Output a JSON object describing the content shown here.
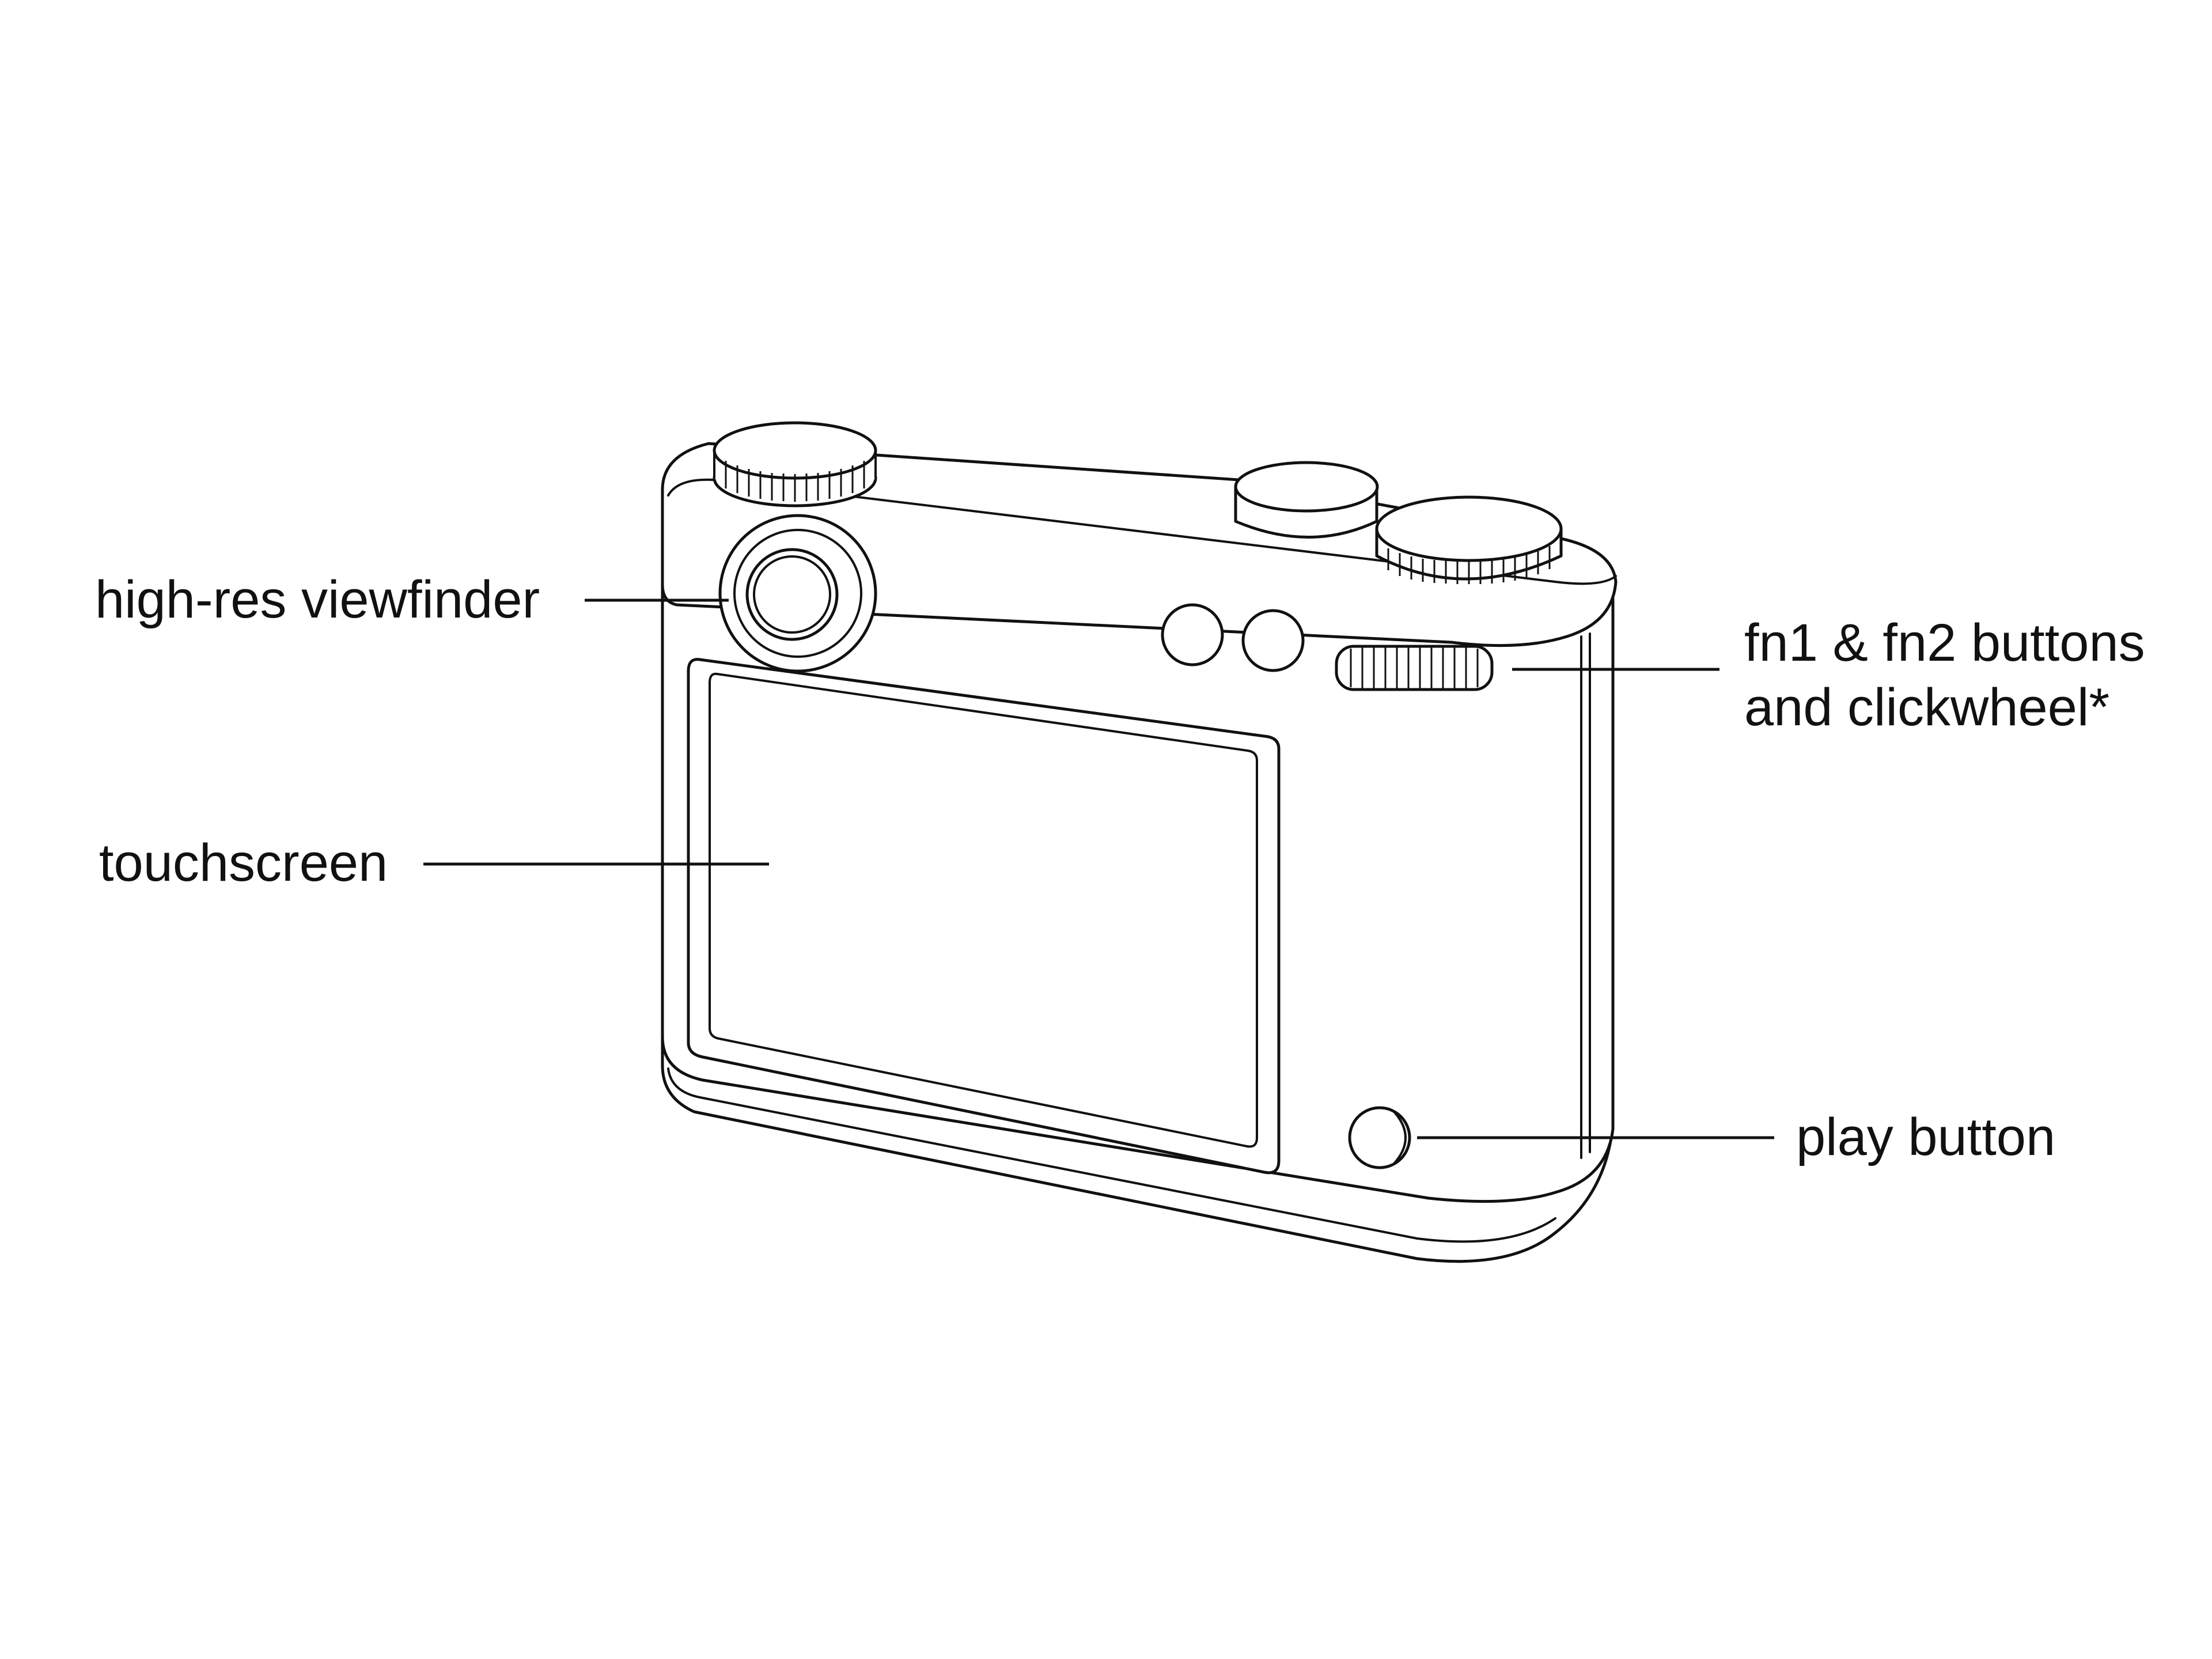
{
  "colors": {
    "stroke": "#111111",
    "background": "#ffffff"
  },
  "labels": {
    "viewfinder": "high-res viewfinder",
    "touchscreen": "touchscreen",
    "fn_buttons_line1": "fn1 & fn2 buttons",
    "fn_buttons_line2": "and clickwheel*",
    "play_button": "play button"
  }
}
